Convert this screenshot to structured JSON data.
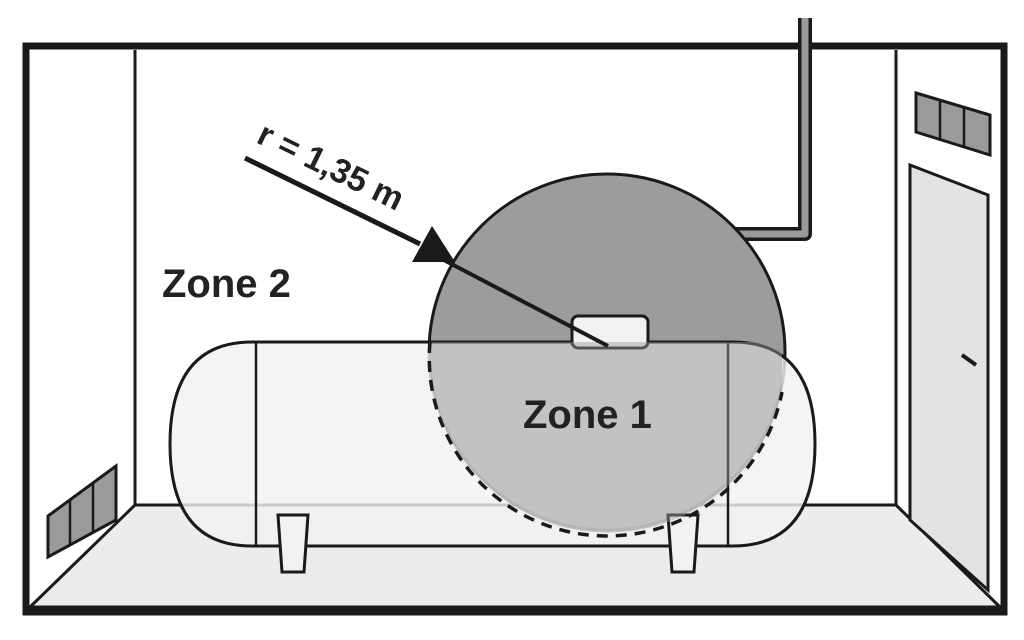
{
  "labels": {
    "radius": "r = 1,35 m",
    "zone2": "Zone 2",
    "zone1": "Zone 1"
  },
  "colors": {
    "outline": "#1a1a1a",
    "wall": "#ffffff",
    "floor": "#ececec",
    "vent": "#9a9a9a",
    "zone": "#9c9c9c",
    "tank": "#f2f2f2",
    "door": "#e2e2e2"
  }
}
